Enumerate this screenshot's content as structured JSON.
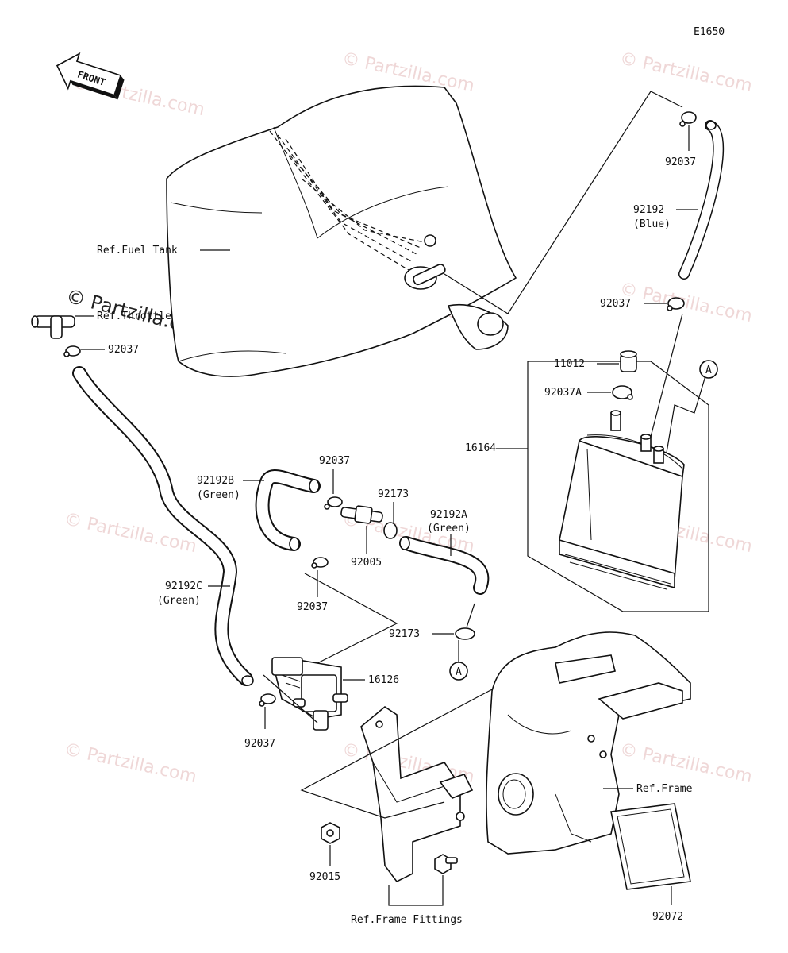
{
  "diagram_code": "E1650",
  "front_label": "FRONT",
  "watermark": "© Partzilla.com",
  "labels": {
    "ref_fuel_tank": "Ref.Fuel Tank",
    "ref_throttle": "Ref.Throttle",
    "ref_frame": "Ref.Frame",
    "ref_frame_fittings": "Ref.Frame Fittings",
    "p92037_top": "92037",
    "p92192": "92192",
    "p92192_color": "(Blue)",
    "p92037_mid": "92037",
    "p11012": "11012",
    "p92037A": "92037A",
    "p16164": "16164",
    "callout_a_top": "A",
    "p92037_left": "92037",
    "p92192B": "92192B",
    "p92192B_color": "(Green)",
    "p92037_b1": "92037",
    "p92173_top": "92173",
    "p92192A": "92192A",
    "p92192A_color": "(Green)",
    "p92005": "92005",
    "p92037_b2": "92037",
    "p92192C": "92192C",
    "p92192C_color": "(Green)",
    "p92173_bot": "92173",
    "callout_a_bot": "A",
    "p16126": "16126",
    "p92037_bot": "92037",
    "p92015": "92015",
    "p92072": "92072"
  }
}
